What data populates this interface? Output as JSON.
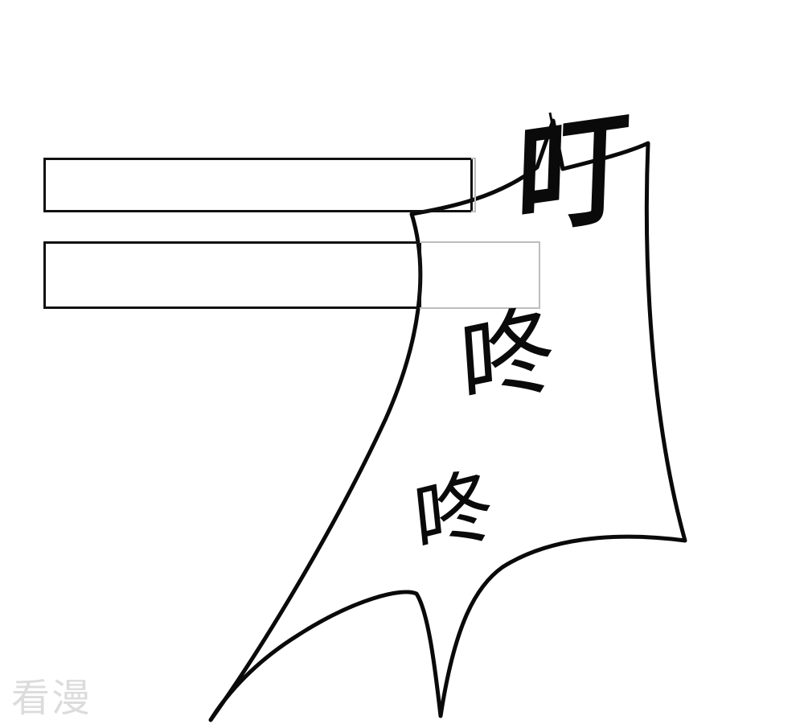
{
  "panel": {
    "sound_effect_top": "叮",
    "sound_effect_middle": "咚",
    "sound_effect_bottom": "咚",
    "speech_box_1_text": "",
    "speech_box_2_text": ""
  },
  "watermark": {
    "text": "看漫"
  },
  "colors": {
    "ink": "#0a0a0a",
    "paper": "#ffffff",
    "ghost_line": "#bdbdbd",
    "watermark": "#dcdcdc"
  },
  "icons": {
    "speech_tail": "jagged-speech-tail-shape"
  }
}
